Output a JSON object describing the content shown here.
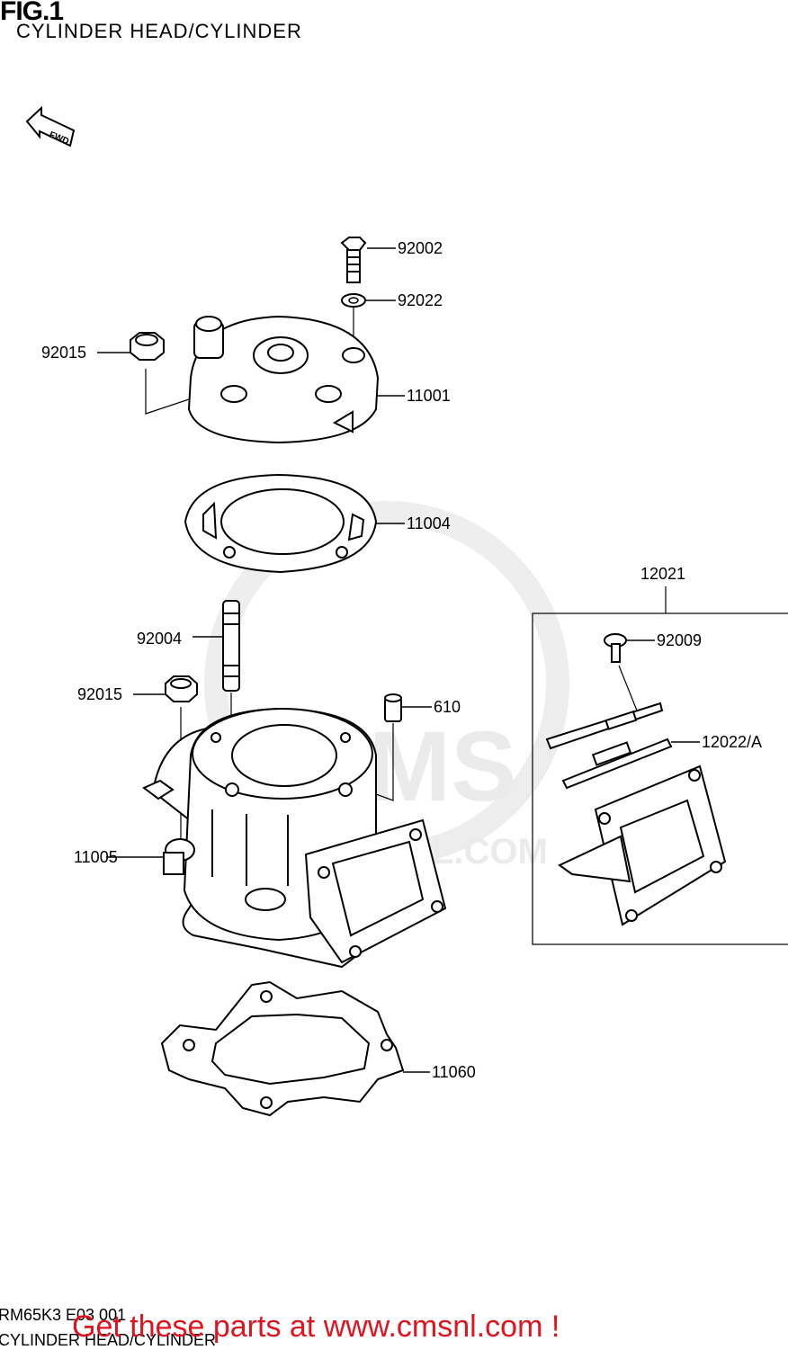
{
  "header": {
    "fig_title": "FIG.1",
    "subtitle": "CYLINDER HEAD/CYLINDER",
    "fwd_label": "FWD"
  },
  "watermark": {
    "brand": "CMS",
    "url": "WWW.CMSNL.COM"
  },
  "callouts": {
    "p92002": "92002",
    "p92022": "92022",
    "p92015_top": "92015",
    "p11001": "11001",
    "p11004": "11004",
    "p92004": "92004",
    "p92015_mid": "92015",
    "p610": "610",
    "p11005": "11005",
    "p11060": "11060",
    "p12021": "12021",
    "p92009": "92009",
    "p12022a": "12022/A"
  },
  "footer": {
    "diagram_code": "RM65K3 E03 001",
    "diagram_subtitle": "CYLINDER HEAD/CYLINDER",
    "cta": "Get these parts at www.cmsnl.com !"
  }
}
